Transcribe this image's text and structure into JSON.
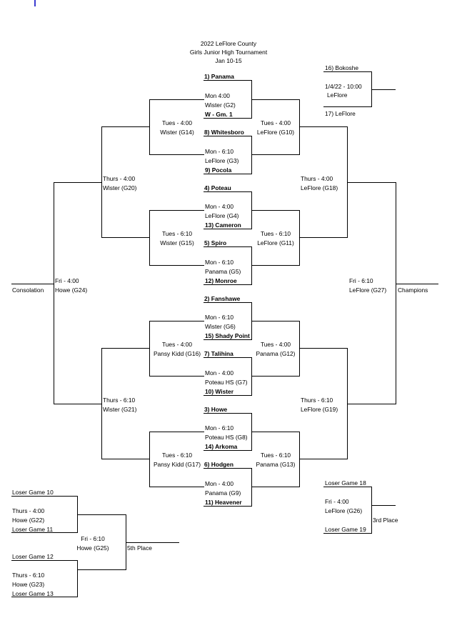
{
  "title": {
    "line1": "2022 LeFlore County",
    "line2": "Girls Junior High Tournament",
    "line3": "Jan 10-15"
  },
  "first_round": {
    "g1": {
      "top": "1) Panama",
      "time": "Mon 4:00",
      "site": "Wister (G2)",
      "bottom": "W - Gm. 1"
    },
    "g2": {
      "top": "8) Whitesboro",
      "time": "Mon - 6:10",
      "site": "LeFlore (G3)",
      "bottom": "9) Pocola"
    },
    "g3": {
      "top": "4) Poteau",
      "time": "Mon - 4:00",
      "site": "LeFlore (G4)",
      "bottom": "13) Cameron"
    },
    "g4": {
      "top": "5) Spiro",
      "time": "Mon - 6:10",
      "site": "Panama (G5)",
      "bottom": "12) Monroe"
    },
    "g5": {
      "top": "2) Fanshawe",
      "time": "Mon - 6:10",
      "site": "Wister (G6)",
      "bottom": "15) Shady Point"
    },
    "g6": {
      "top": "7) Talihina",
      "time": "Mon - 4:00",
      "site": "Poteau HS (G7)",
      "bottom": "10) Wister"
    },
    "g7": {
      "top": "3) Howe",
      "time": "Mon - 6:10",
      "site": "Poteau HS (G8)",
      "bottom": "14) Arkoma"
    },
    "g8": {
      "top": "6) Hodgen",
      "time": "Mon - 4:00",
      "site": "Panama (G9)",
      "bottom": "11) Heavener"
    }
  },
  "play_in": {
    "top": "16) Bokoshe",
    "time": "1/4/22 - 10:00",
    "site": "LeFlore",
    "bottom": "17) LeFlore"
  },
  "quarterfinals": {
    "left_1": {
      "time": "Tues - 4:00",
      "site": "Wister (G14)"
    },
    "right_1": {
      "time": "Tues - 4:00",
      "site": "LeFlore (G10)"
    },
    "left_2": {
      "time": "Tues - 6:10",
      "site": "Wister (G15)"
    },
    "right_2": {
      "time": "Tues - 6:10",
      "site": "LeFlore (G11)"
    },
    "left_3": {
      "time": "Tues - 4:00",
      "site": "Pansy Kidd (G16)"
    },
    "right_3": {
      "time": "Tues - 4:00",
      "site": "Panama (G12)"
    },
    "left_4": {
      "time": "Tues - 6:10",
      "site": "Pansy Kidd (G17)"
    },
    "right_4": {
      "time": "Tues - 6:10",
      "site": "Panama (G13)"
    }
  },
  "semifinals": {
    "left_top": {
      "time": "Thurs - 4:00",
      "site": "Wister (G20)"
    },
    "right_top": {
      "time": "Thurs - 4:00",
      "site": "LeFlore (G18)"
    },
    "left_bottom": {
      "time": "Thurs - 6:10",
      "site": "Wister (G21)"
    },
    "right_bottom": {
      "time": "Thurs - 6:10",
      "site": "LeFlore (G19)"
    }
  },
  "finals": {
    "consolation": {
      "time": "Fri - 4:00",
      "site": "Howe (G24)",
      "label": "Consolation"
    },
    "championship": {
      "time": "Fri - 6:10",
      "site": "LeFlore (G27)",
      "label": "Champions"
    }
  },
  "fifth_place": {
    "a": {
      "top": "Loser Game 10",
      "time": "Thurs - 4:00",
      "site": "Howe (G22)",
      "bottom": "Loser Game 11"
    },
    "b": {
      "top": "Loser Game 12",
      "time": "Thurs - 6:10",
      "site": "Howe (G23)",
      "bottom": "Loser Game 13"
    },
    "final": {
      "time": "Fri - 6:10",
      "site": "Howe (G25)",
      "label": "5th Place"
    }
  },
  "third_place": {
    "top": "Loser Game 18",
    "time": "Fri - 4:00",
    "site": "LeFlore (G26)",
    "bottom": "Loser Game 19",
    "label": "3rd Place"
  }
}
